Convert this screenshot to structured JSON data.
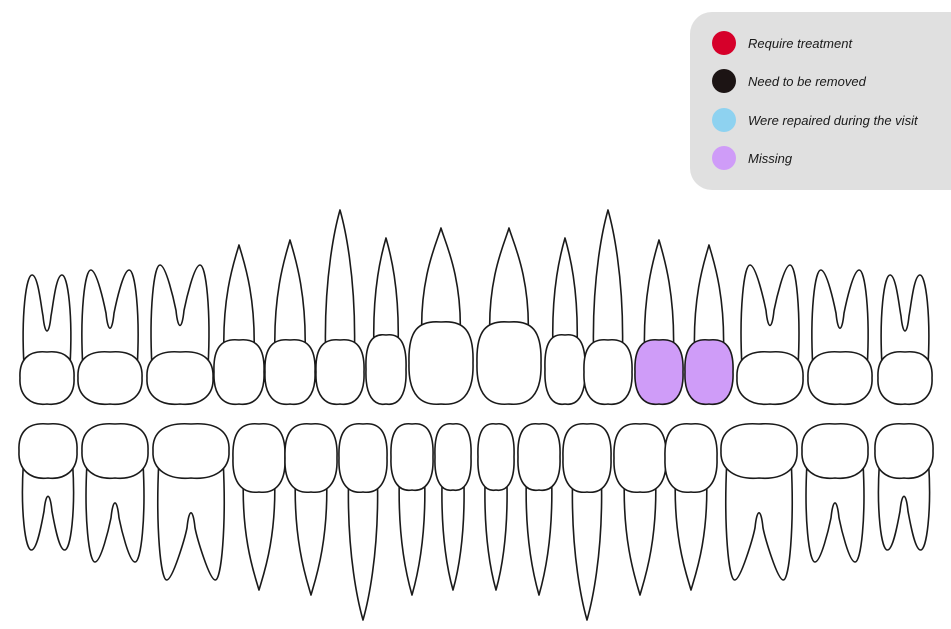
{
  "legend": {
    "items": [
      {
        "label": "Require treatment",
        "color": "#d6002a"
      },
      {
        "label": "Need to be removed",
        "color": "#1c1414"
      },
      {
        "label": "Were repaired during the visit",
        "color": "#8ed2f0"
      },
      {
        "label": "Missing",
        "color": "#cf9cf8"
      }
    ]
  },
  "colors": {
    "outline": "#1a1a1a",
    "tooth_fill": "#ffffff",
    "missing": "#cf9cf8"
  },
  "chart": {
    "upper_teeth": [
      {
        "type": "molar",
        "status": "normal"
      },
      {
        "type": "molar",
        "status": "normal"
      },
      {
        "type": "molar",
        "status": "normal"
      },
      {
        "type": "premolar",
        "status": "normal"
      },
      {
        "type": "premolar",
        "status": "normal"
      },
      {
        "type": "canine",
        "status": "normal"
      },
      {
        "type": "incisor",
        "status": "normal"
      },
      {
        "type": "incisor",
        "status": "normal"
      },
      {
        "type": "incisor",
        "status": "normal"
      },
      {
        "type": "incisor",
        "status": "normal"
      },
      {
        "type": "canine",
        "status": "normal"
      },
      {
        "type": "premolar",
        "status": "missing"
      },
      {
        "type": "premolar",
        "status": "missing"
      },
      {
        "type": "molar",
        "status": "normal"
      },
      {
        "type": "molar",
        "status": "normal"
      },
      {
        "type": "molar",
        "status": "normal"
      }
    ],
    "lower_teeth": [
      {
        "type": "molar",
        "status": "normal"
      },
      {
        "type": "molar",
        "status": "normal"
      },
      {
        "type": "molar",
        "status": "normal"
      },
      {
        "type": "premolar",
        "status": "normal"
      },
      {
        "type": "premolar",
        "status": "normal"
      },
      {
        "type": "canine",
        "status": "normal"
      },
      {
        "type": "incisor",
        "status": "normal"
      },
      {
        "type": "incisor",
        "status": "normal"
      },
      {
        "type": "incisor",
        "status": "normal"
      },
      {
        "type": "incisor",
        "status": "normal"
      },
      {
        "type": "canine",
        "status": "normal"
      },
      {
        "type": "premolar",
        "status": "normal"
      },
      {
        "type": "premolar",
        "status": "normal"
      },
      {
        "type": "molar",
        "status": "normal"
      },
      {
        "type": "molar",
        "status": "normal"
      },
      {
        "type": "molar",
        "status": "normal"
      }
    ]
  }
}
